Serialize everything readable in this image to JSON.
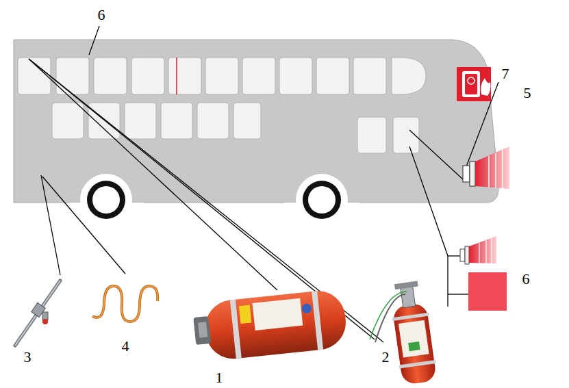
{
  "diagram": {
    "labels": [
      "6",
      "7",
      "5",
      "6",
      "3",
      "4",
      "1",
      "2"
    ]
  }
}
